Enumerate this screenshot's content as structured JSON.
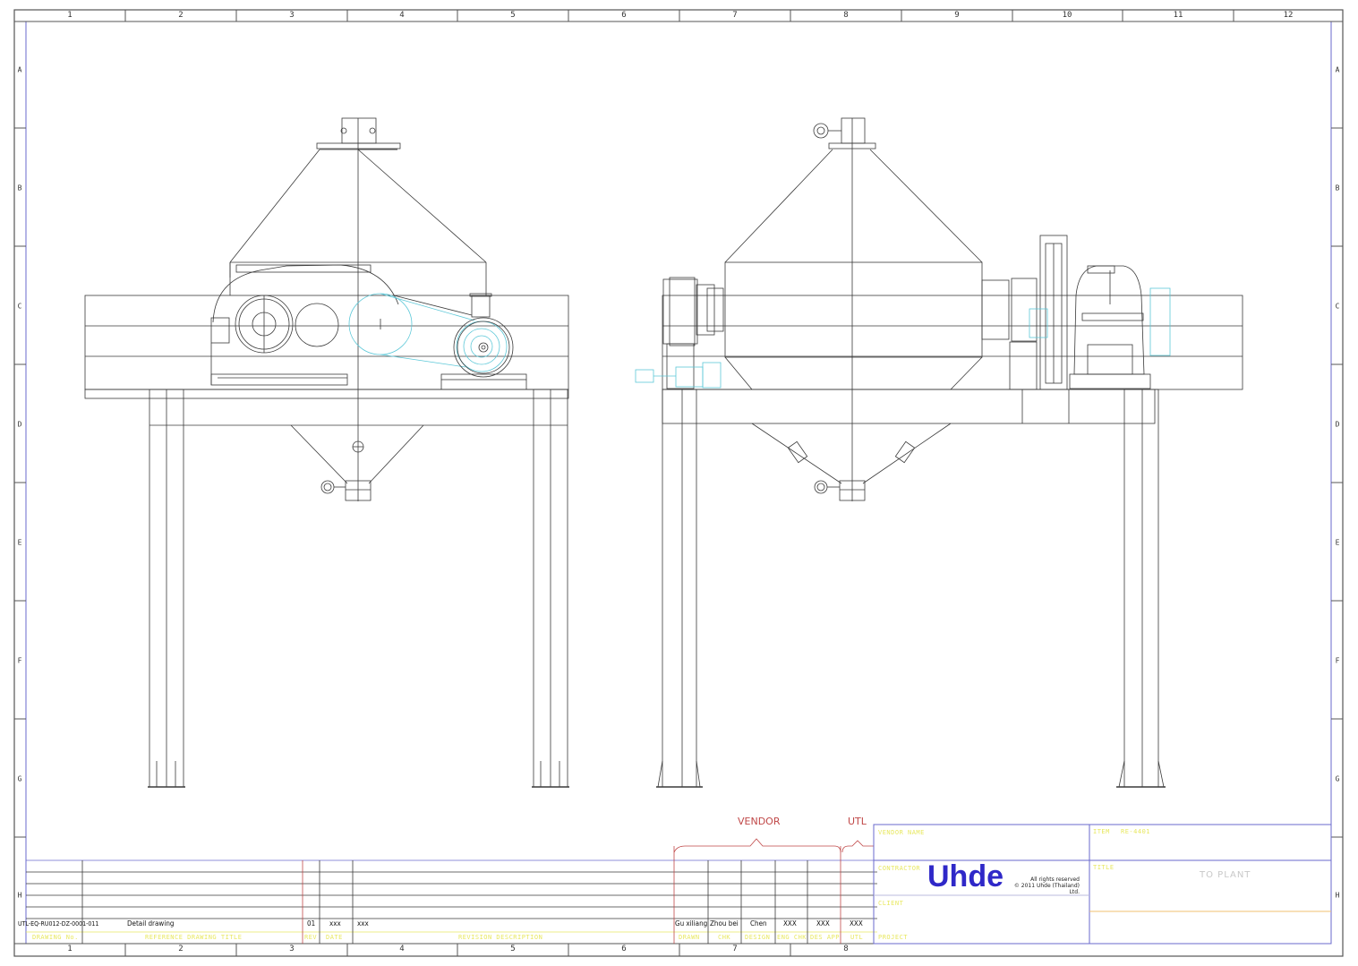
{
  "sheet": {
    "column_labels": [
      "1",
      "2",
      "3",
      "4",
      "5",
      "6",
      "7",
      "8",
      "9",
      "10",
      "11",
      "12"
    ],
    "bottom_column_labels": [
      "1",
      "2",
      "3",
      "4",
      "5",
      "6",
      "7",
      "8"
    ],
    "row_labels": [
      "A",
      "B",
      "C",
      "D",
      "E",
      "F",
      "G",
      "H"
    ]
  },
  "drawing": {
    "views": [
      {
        "name": "front-view",
        "description": "Double cone blender with gearbox and belt-driven motor on steel frame"
      },
      {
        "name": "side-view",
        "description": "Double cone blender side elevation with bearings, coupling and gear reducer"
      }
    ],
    "colors": {
      "line": "#3a3a3a",
      "border": "#6a6acc",
      "cyan_detail": "#5cc8d8",
      "red_label": "#c04848",
      "yellow_label": "#e8e860",
      "logo_blue": "#2f28c8"
    }
  },
  "revision_block": {
    "drawing_no": "UTL-EQ-RU012-DZ-0001-011",
    "drawing_title": "Detail drawing",
    "rev": "01",
    "date": "xxx",
    "description": "xxx",
    "signatures": [
      "Gu xiliang",
      "Zhou bei",
      "Chen",
      "XXX",
      "XXX",
      "XXX"
    ],
    "headers": {
      "drawing_no": "DRAWING No.",
      "title": "REFERENCE DRAWING TITLE",
      "rev": "REV",
      "date": "DATE",
      "description": "REVISION DESCRIPTION",
      "drawn": "DRAWN",
      "chk": "CHK",
      "design": "DESIGN",
      "eng_chk": "ENG CHK",
      "eng_app": "DES APP",
      "utl": "UTL"
    },
    "group_labels": {
      "vendor": "VENDOR",
      "utl": "UTL"
    }
  },
  "title_block": {
    "vendor_name_label": "VENDOR NAME",
    "contractor_label": "CONTRACTOR",
    "client_label": "CLIENT",
    "project_label": "PROJECT",
    "item_label": "ITEM",
    "item_value": "RE-4401",
    "title_label": "TITLE",
    "title_value": "TO PLANT",
    "logo": "Uhde",
    "rights_line1": "All rights reserved",
    "rights_line2": "© 2011  Uhde (Thailand) Ltd."
  }
}
